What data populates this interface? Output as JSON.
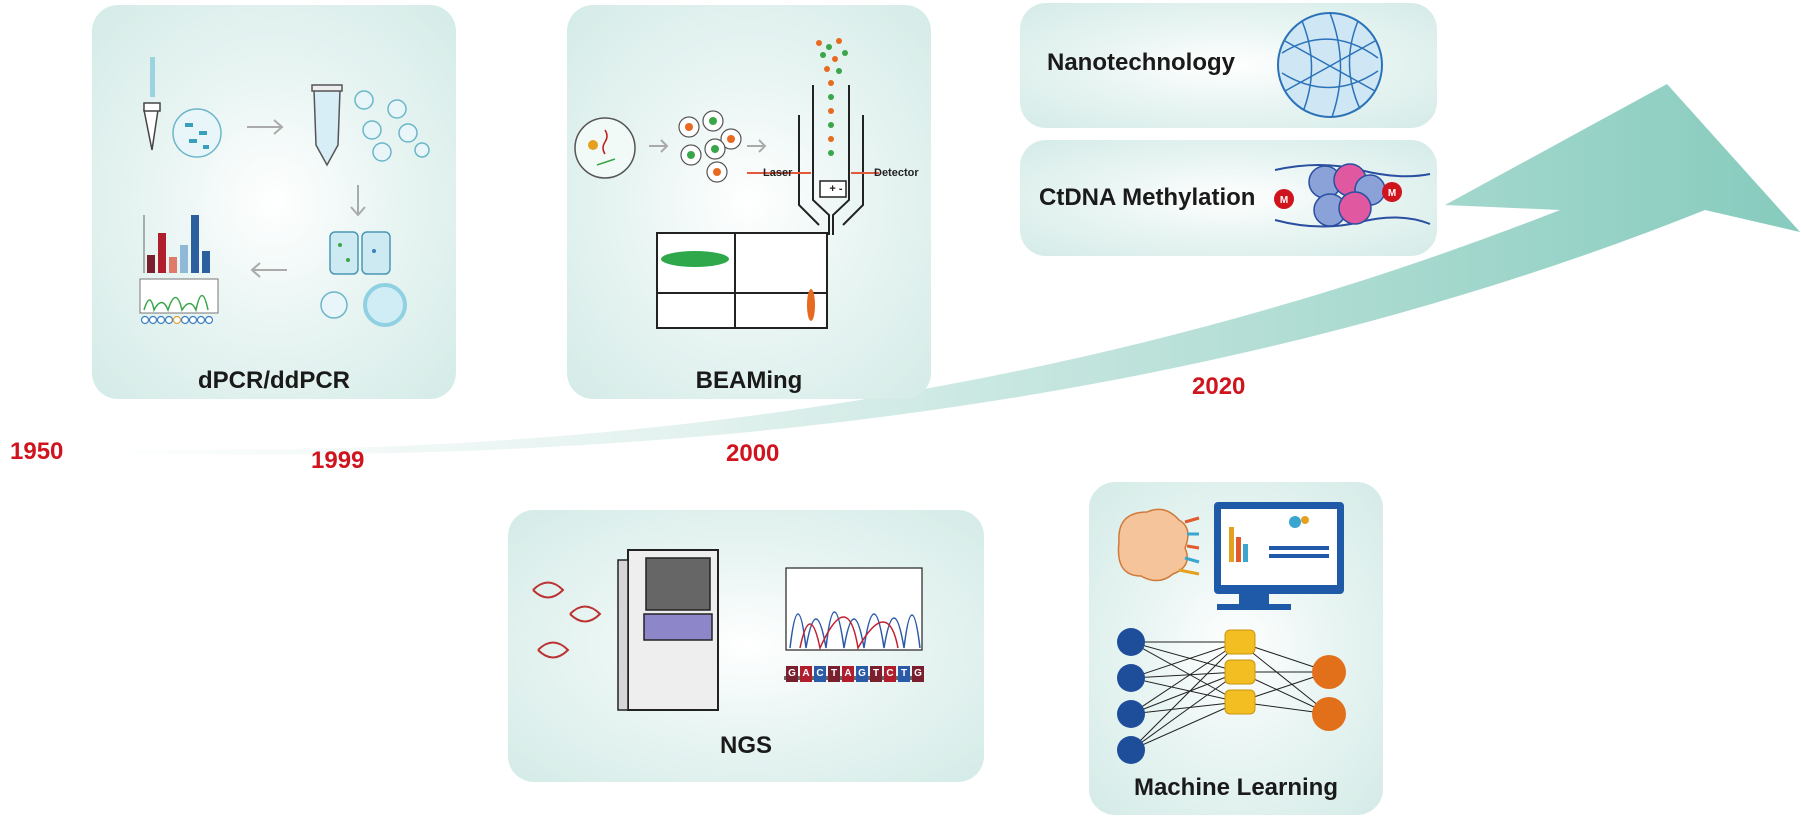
{
  "colors": {
    "arrow_start": "#ffffff",
    "arrow_end": "#8ccfc2",
    "year": "#d0141e",
    "panel": "#d4ebe7"
  },
  "years": [
    "1950",
    "1999",
    "2000",
    "2020"
  ],
  "panels": {
    "dpcr": {
      "title": "dPCR/ddPCR"
    },
    "beaming": {
      "title": "BEAMing",
      "laser_label": "Laser",
      "detector_label": "Detector"
    },
    "nano": {
      "title": "Nanotechnology"
    },
    "ctdna": {
      "title": "CtDNA Methylation",
      "marker": "M"
    },
    "ngs": {
      "title": "NGS",
      "sequence": [
        "G",
        "A",
        "C",
        "T",
        "A",
        "G",
        "T",
        "C",
        "T",
        "G"
      ]
    },
    "ml": {
      "title": "Machine Learning"
    }
  }
}
